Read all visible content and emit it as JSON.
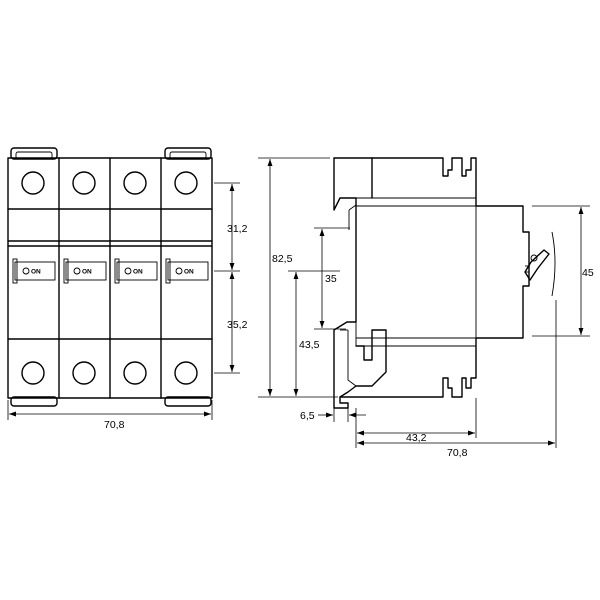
{
  "drawing": {
    "poles": [
      {
        "switch_label": "ON"
      },
      {
        "switch_label": "ON"
      },
      {
        "switch_label": "ON"
      },
      {
        "switch_label": "ON"
      }
    ],
    "dimensions": {
      "front_upper": "31,2",
      "front_lower": "35,2",
      "front_width": "70,8",
      "side_height": "82,5",
      "side_inner": "35",
      "side_lower": "43,5",
      "side_front": "45",
      "side_clip": "6,5",
      "side_rail": "43,2",
      "side_depth": "70,8"
    }
  }
}
